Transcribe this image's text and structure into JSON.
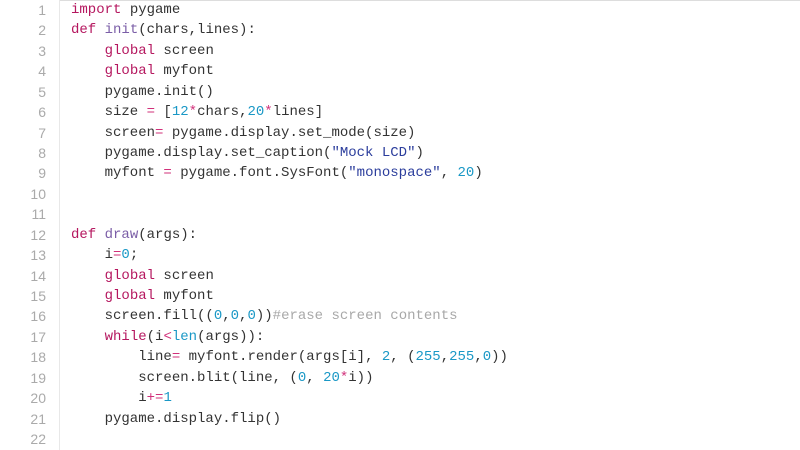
{
  "editor": {
    "language": "python",
    "colors": {
      "keyword": "#b5175f",
      "function": "#7b5ea7",
      "number": "#1a98c6",
      "string": "#2b3d9c",
      "comment": "#a8a8a8",
      "text": "#333333"
    },
    "lines": [
      {
        "n": "1",
        "tokens": [
          {
            "t": "import",
            "c": "kw"
          },
          {
            "t": " pygame",
            "c": ""
          }
        ]
      },
      {
        "n": "2",
        "tokens": [
          {
            "t": "def",
            "c": "kw"
          },
          {
            "t": " ",
            "c": ""
          },
          {
            "t": "init",
            "c": "fn"
          },
          {
            "t": "(chars,lines):",
            "c": ""
          }
        ]
      },
      {
        "n": "3",
        "tokens": [
          {
            "t": "    ",
            "c": ""
          },
          {
            "t": "global",
            "c": "kw"
          },
          {
            "t": " screen",
            "c": ""
          }
        ]
      },
      {
        "n": "4",
        "tokens": [
          {
            "t": "    ",
            "c": ""
          },
          {
            "t": "global",
            "c": "kw"
          },
          {
            "t": " myfont",
            "c": ""
          }
        ]
      },
      {
        "n": "5",
        "tokens": [
          {
            "t": "    pygame.init()",
            "c": ""
          }
        ]
      },
      {
        "n": "6",
        "tokens": [
          {
            "t": "    size ",
            "c": ""
          },
          {
            "t": "=",
            "c": "op"
          },
          {
            "t": " [",
            "c": ""
          },
          {
            "t": "12",
            "c": "num"
          },
          {
            "t": "*",
            "c": "op"
          },
          {
            "t": "chars,",
            "c": ""
          },
          {
            "t": "20",
            "c": "num"
          },
          {
            "t": "*",
            "c": "op"
          },
          {
            "t": "lines]",
            "c": ""
          }
        ]
      },
      {
        "n": "7",
        "tokens": [
          {
            "t": "    screen",
            "c": ""
          },
          {
            "t": "=",
            "c": "op"
          },
          {
            "t": " pygame.display.set_mode(size)",
            "c": ""
          }
        ]
      },
      {
        "n": "8",
        "tokens": [
          {
            "t": "    pygame.display.set_caption(",
            "c": ""
          },
          {
            "t": "\"Mock LCD\"",
            "c": "str"
          },
          {
            "t": ")",
            "c": ""
          }
        ]
      },
      {
        "n": "9",
        "tokens": [
          {
            "t": "    myfont ",
            "c": ""
          },
          {
            "t": "=",
            "c": "op"
          },
          {
            "t": " pygame.font.SysFont(",
            "c": ""
          },
          {
            "t": "\"monospace\"",
            "c": "str"
          },
          {
            "t": ", ",
            "c": ""
          },
          {
            "t": "20",
            "c": "num"
          },
          {
            "t": ")",
            "c": ""
          }
        ]
      },
      {
        "n": "10",
        "tokens": []
      },
      {
        "n": "11",
        "tokens": []
      },
      {
        "n": "12",
        "tokens": [
          {
            "t": "def",
            "c": "kw"
          },
          {
            "t": " ",
            "c": ""
          },
          {
            "t": "draw",
            "c": "fn"
          },
          {
            "t": "(args):",
            "c": ""
          }
        ]
      },
      {
        "n": "13",
        "tokens": [
          {
            "t": "    i",
            "c": ""
          },
          {
            "t": "=",
            "c": "op"
          },
          {
            "t": "0",
            "c": "num"
          },
          {
            "t": ";",
            "c": ""
          }
        ]
      },
      {
        "n": "14",
        "tokens": [
          {
            "t": "    ",
            "c": ""
          },
          {
            "t": "global",
            "c": "kw"
          },
          {
            "t": " screen",
            "c": ""
          }
        ]
      },
      {
        "n": "15",
        "tokens": [
          {
            "t": "    ",
            "c": ""
          },
          {
            "t": "global",
            "c": "kw"
          },
          {
            "t": " myfont",
            "c": ""
          }
        ]
      },
      {
        "n": "16",
        "tokens": [
          {
            "t": "    screen.fill((",
            "c": ""
          },
          {
            "t": "0",
            "c": "num"
          },
          {
            "t": ",",
            "c": ""
          },
          {
            "t": "0",
            "c": "num"
          },
          {
            "t": ",",
            "c": ""
          },
          {
            "t": "0",
            "c": "num"
          },
          {
            "t": "))",
            "c": ""
          },
          {
            "t": "#erase screen contents",
            "c": "cm"
          }
        ]
      },
      {
        "n": "17",
        "tokens": [
          {
            "t": "    ",
            "c": ""
          },
          {
            "t": "while",
            "c": "kw"
          },
          {
            "t": "(i",
            "c": ""
          },
          {
            "t": "<",
            "c": "op"
          },
          {
            "t": "len",
            "c": "bi"
          },
          {
            "t": "(args)):",
            "c": ""
          }
        ]
      },
      {
        "n": "18",
        "tokens": [
          {
            "t": "        line",
            "c": ""
          },
          {
            "t": "=",
            "c": "op"
          },
          {
            "t": " myfont.render(args[i], ",
            "c": ""
          },
          {
            "t": "2",
            "c": "num"
          },
          {
            "t": ", (",
            "c": ""
          },
          {
            "t": "255",
            "c": "num"
          },
          {
            "t": ",",
            "c": ""
          },
          {
            "t": "255",
            "c": "num"
          },
          {
            "t": ",",
            "c": ""
          },
          {
            "t": "0",
            "c": "num"
          },
          {
            "t": "))",
            "c": ""
          }
        ]
      },
      {
        "n": "19",
        "tokens": [
          {
            "t": "        screen.blit(line, (",
            "c": ""
          },
          {
            "t": "0",
            "c": "num"
          },
          {
            "t": ", ",
            "c": ""
          },
          {
            "t": "20",
            "c": "num"
          },
          {
            "t": "*",
            "c": "op"
          },
          {
            "t": "i))",
            "c": ""
          }
        ]
      },
      {
        "n": "20",
        "tokens": [
          {
            "t": "        i",
            "c": ""
          },
          {
            "t": "+=",
            "c": "op"
          },
          {
            "t": "1",
            "c": "num"
          }
        ]
      },
      {
        "n": "21",
        "tokens": [
          {
            "t": "    pygame.display.flip()",
            "c": ""
          }
        ]
      },
      {
        "n": "22",
        "tokens": []
      }
    ]
  }
}
